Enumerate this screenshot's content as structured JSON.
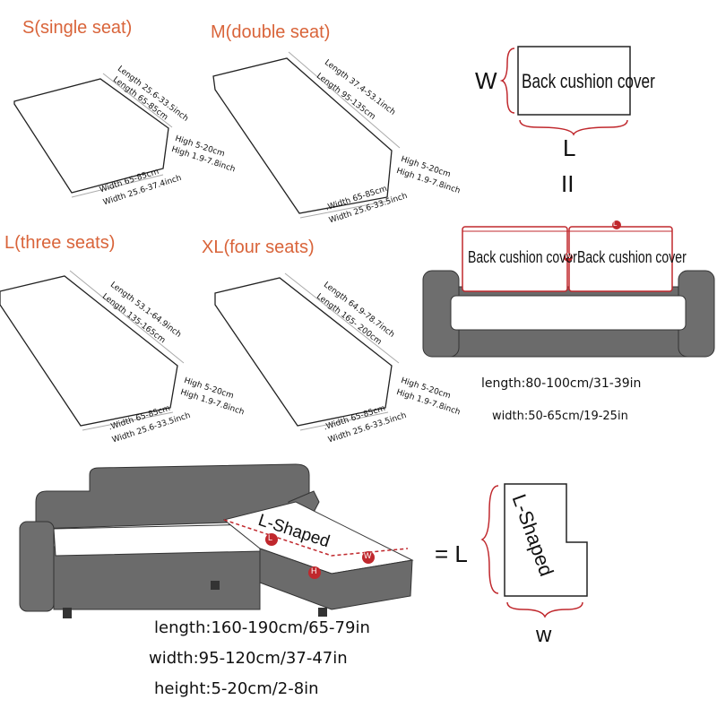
{
  "sizes": [
    {
      "title": "S(single seat)",
      "length_in": "Length 25.6-33.5inch",
      "length_cm": "Length 65-85cm",
      "high_cm": "High 5-20cm",
      "high_in": "High 1.9-7.8inch",
      "width_cm": "Width 65-85cm",
      "width_in": "Width 25.6-37.4inch"
    },
    {
      "title": "M(double seat)",
      "length_in": "Length 37.4-53.1inch",
      "length_cm": "Length 95-135cm",
      "high_cm": "High 5-20cm",
      "high_in": "High 1.9-7.8inch",
      "width_cm": ".Width 65-85cm",
      "width_in": "Width 25.6-33.5inch"
    },
    {
      "title": "L(three seats)",
      "length_in": "Length 53.1-64.9inch",
      "length_cm": "Length 135-165cm",
      "high_cm": "High 5-20cm",
      "high_in": "High 1.9-7.8inch",
      "width_cm": ".Width 65-85cm",
      "width_in": "Width 25.6-33.5inch"
    },
    {
      "title": "XL(four seats)",
      "length_in": "Length 64.9-78.7inch",
      "length_cm": "Length 165- 200cm",
      "high_cm": "High 5-20cm",
      "high_in": "High 1.9-7.8inch",
      "width_cm": ".Width 65-85cm",
      "width_in": "Width 25.6-33.5inch"
    }
  ],
  "back_cushion": {
    "w_label": "W",
    "box_label": "Back cushion cover",
    "l_label": "L",
    "equals": "II",
    "sofa_label_left": "Back cushion cover",
    "sofa_label_right": "Back cushion cover",
    "marker_l": "L",
    "marker_w": "W",
    "length": "length:80-100cm/31-39in",
    "width": "width:50-65cm/19-25in"
  },
  "l_shaped": {
    "label": "L-Shaped",
    "marker_l": "L",
    "marker_w": "W",
    "marker_h": "H",
    "equals": "= L",
    "outline_label": "L-Shaped",
    "w_label": "w",
    "length": "length:160-190cm/65-79in",
    "width": "width:95-120cm/37-47in",
    "height": "height:5-20cm/2-8in"
  },
  "colors": {
    "accent": "#d9643a",
    "sofa": "#6b6b6b",
    "marker": "#c0282d"
  }
}
